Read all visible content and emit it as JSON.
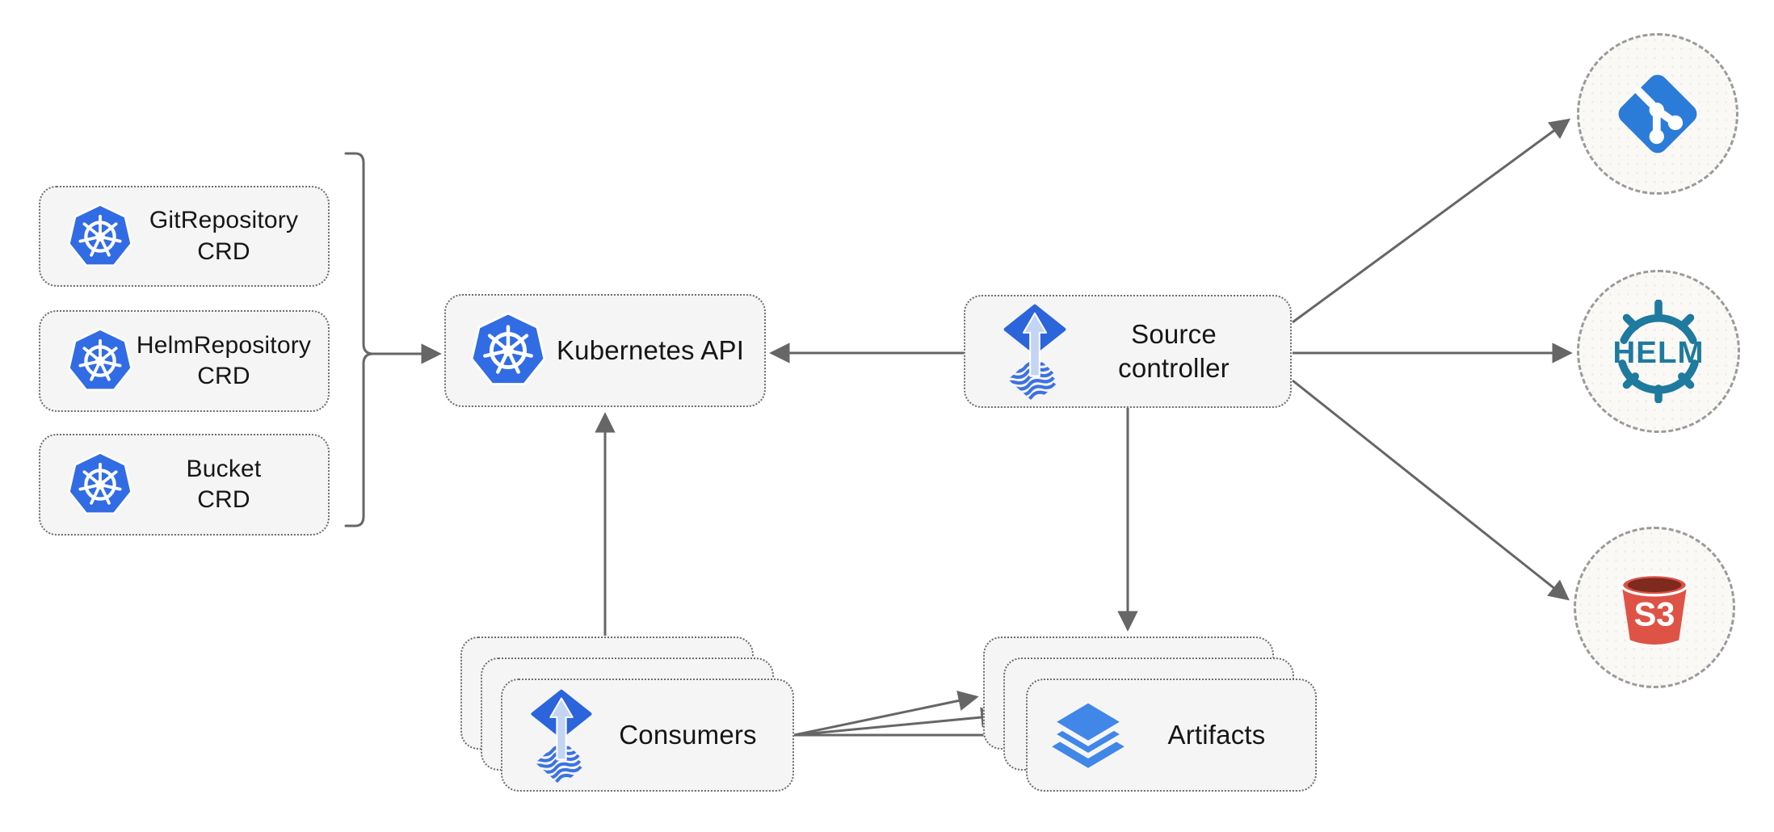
{
  "diagram": {
    "crd_boxes": [
      {
        "line1": "GitRepository",
        "line2": "CRD"
      },
      {
        "line1": "HelmRepository",
        "line2": "CRD"
      },
      {
        "line1": "Bucket",
        "line2": "CRD"
      }
    ],
    "kubernetes_api": {
      "label": "Kubernetes API"
    },
    "source_controller": {
      "line1": "Source",
      "line2": "controller"
    },
    "consumers": {
      "label": "Consumers"
    },
    "artifacts": {
      "label": "Artifacts"
    },
    "helm_circle": {
      "label": "HELM"
    },
    "s3_circle": {
      "label": "S3"
    },
    "edges": [
      {
        "from": "crd-boxes-bracket",
        "to": "kubernetes-api"
      },
      {
        "from": "source-controller",
        "to": "kubernetes-api"
      },
      {
        "from": "consumers",
        "to": "kubernetes-api"
      },
      {
        "from": "source-controller",
        "to": "artifacts"
      },
      {
        "from": "source-controller",
        "to": "git-circle"
      },
      {
        "from": "source-controller",
        "to": "helm-circle"
      },
      {
        "from": "source-controller",
        "to": "s3-circle"
      },
      {
        "from": "consumers",
        "to": "artifacts",
        "arrow_count": 3
      }
    ],
    "colors": {
      "kubernetes_blue": "#326CE5",
      "flux_blue": "#2B64DB",
      "flux_arrow_light": "#C3D4F4",
      "flux_wave_blue": "#3B72E3",
      "layers_blue": "#4187E8",
      "git_blue": "#2B7CD9",
      "helm_teal": "#1E7A9E",
      "s3_red": "#DE5346",
      "s3_dark_red": "#7E2A1E",
      "arrow_gray": "#666666",
      "box_fill": "#F5F5F5",
      "circle_fill": "#FAF9F6"
    }
  }
}
